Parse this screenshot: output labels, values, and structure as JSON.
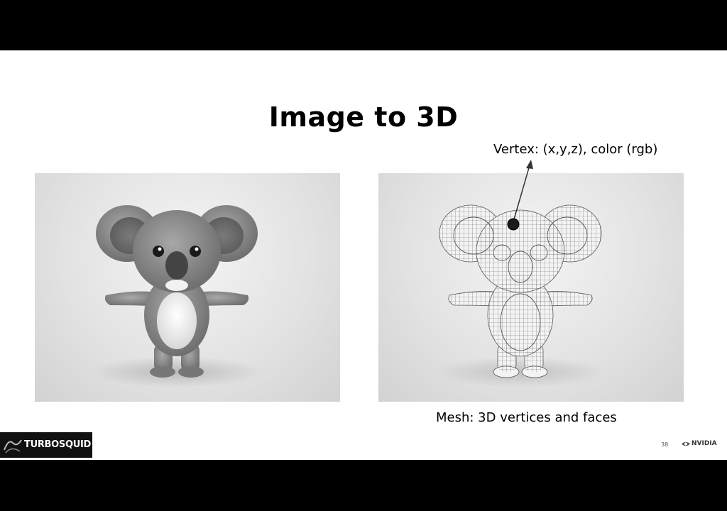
{
  "slide": {
    "title": "Image to 3D",
    "vertex_annotation": "Vertex: (x,y,z), color (rgb)",
    "mesh_caption": "Mesh: 3D vertices and faces",
    "page_number": "38"
  },
  "branding": {
    "left_logo_text": "TURBOSQUID",
    "right_logo_text": "NVIDIA"
  },
  "colors": {
    "background": "#000000",
    "slide_background": "#ffffff",
    "koala_fur": "#8f8f8f",
    "mesh_lines": "#555555"
  },
  "icons": [
    "koala-render-image",
    "koala-mesh-image",
    "vertex-marker-icon",
    "arrow-icon",
    "turbosquid-logo-icon",
    "nvidia-logo-icon"
  ]
}
